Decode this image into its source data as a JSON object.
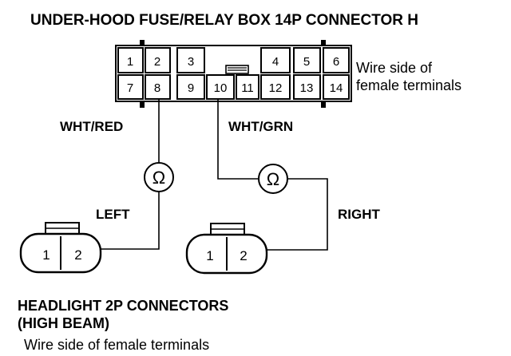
{
  "title": "UNDER-HOOD FUSE/RELAY BOX 14P CONNECTOR H",
  "connector_h": {
    "top_row": [
      "1",
      "2",
      "3",
      "",
      "4",
      "5",
      "6"
    ],
    "bottom_row": [
      "7",
      "8",
      "9",
      "10",
      "11",
      "12",
      "13",
      "14"
    ],
    "side_note_line1": "Wire side of",
    "side_note_line2": "female terminals"
  },
  "wires": {
    "left": "WHT/RED",
    "right": "WHT/GRN"
  },
  "meter_symbol": "Ω",
  "headlights": {
    "left_label": "LEFT",
    "right_label": "RIGHT",
    "pins": [
      "1",
      "2"
    ]
  },
  "bottom_title_line1": "HEADLIGHT 2P CONNECTORS",
  "bottom_title_line2": "(HIGH BEAM)",
  "bottom_note": "Wire side of female terminals"
}
